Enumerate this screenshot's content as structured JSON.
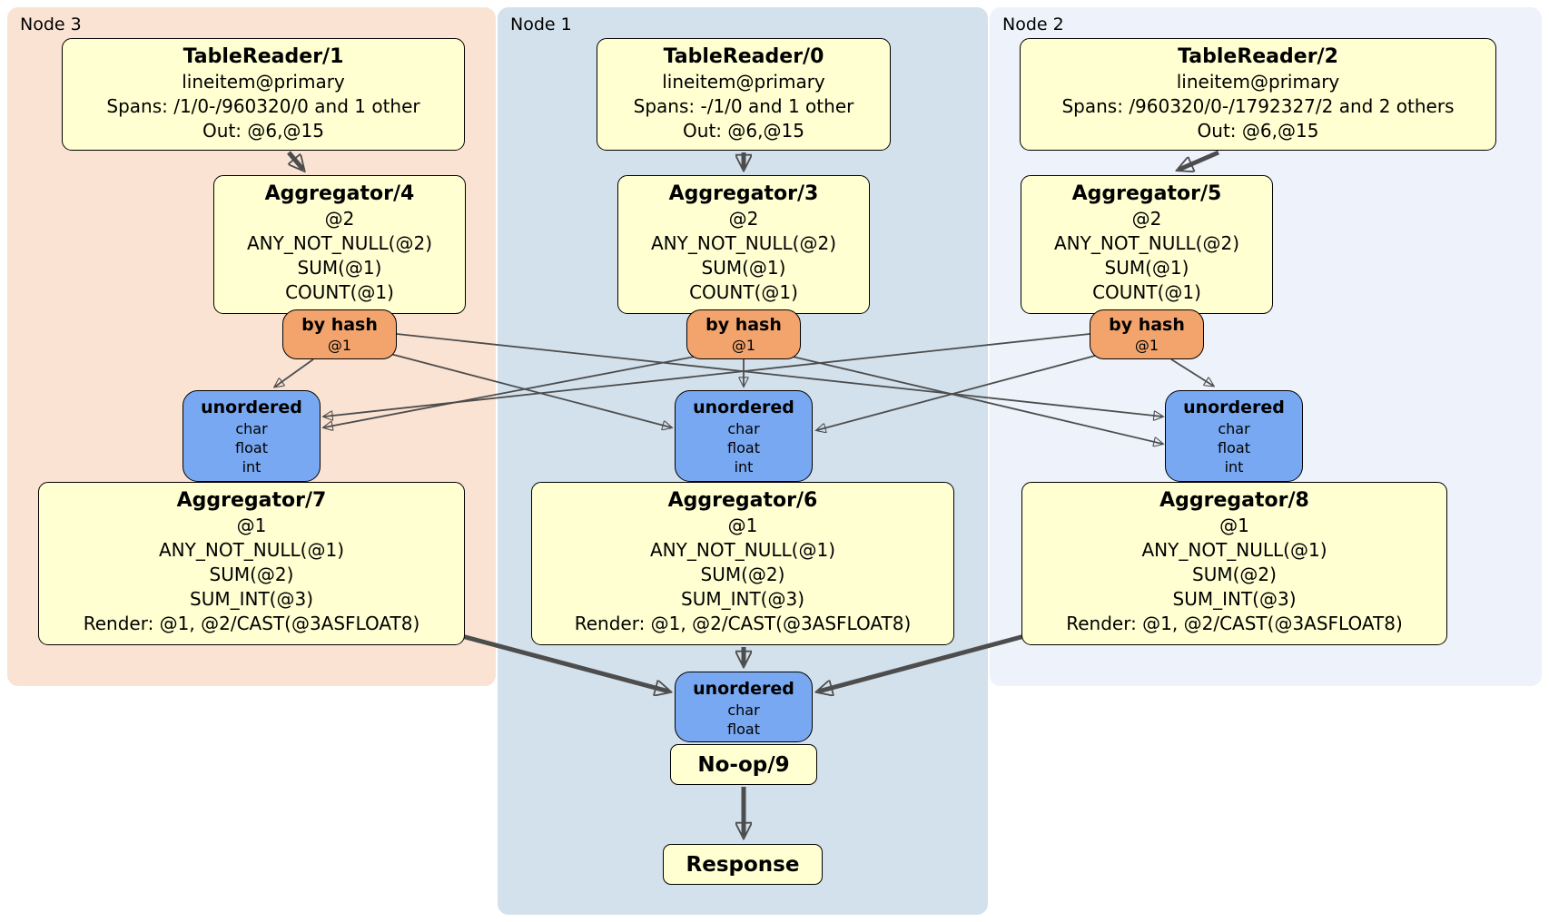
{
  "nodes": [
    {
      "label": "Node 3",
      "table_reader": {
        "title": "TableReader/1",
        "lines": [
          "lineitem@primary",
          "Spans: /1/0-/960320/0 and 1 other",
          "Out: @6,@15"
        ]
      },
      "aggregator": {
        "title": "Aggregator/4",
        "lines": [
          "@2",
          "ANY_NOT_NULL(@2)",
          "SUM(@1)",
          "COUNT(@1)"
        ]
      },
      "router": {
        "title": "by hash",
        "key": "@1"
      },
      "sync": {
        "title": "unordered",
        "streams": [
          "char",
          "float",
          "int"
        ]
      },
      "final_aggregator": {
        "title": "Aggregator/7",
        "lines": [
          "@1",
          "ANY_NOT_NULL(@1)",
          "SUM(@2)",
          "SUM_INT(@3)",
          "Render: @1, @2/CAST(@3ASFLOAT8)"
        ]
      }
    },
    {
      "label": "Node 1",
      "table_reader": {
        "title": "TableReader/0",
        "lines": [
          "lineitem@primary",
          "Spans: -/1/0 and 1 other",
          "Out: @6,@15"
        ]
      },
      "aggregator": {
        "title": "Aggregator/3",
        "lines": [
          "@2",
          "ANY_NOT_NULL(@2)",
          "SUM(@1)",
          "COUNT(@1)"
        ]
      },
      "router": {
        "title": "by hash",
        "key": "@1"
      },
      "sync": {
        "title": "unordered",
        "streams": [
          "char",
          "float",
          "int"
        ]
      },
      "final_aggregator": {
        "title": "Aggregator/6",
        "lines": [
          "@1",
          "ANY_NOT_NULL(@1)",
          "SUM(@2)",
          "SUM_INT(@3)",
          "Render: @1, @2/CAST(@3ASFLOAT8)"
        ]
      }
    },
    {
      "label": "Node 2",
      "table_reader": {
        "title": "TableReader/2",
        "lines": [
          "lineitem@primary",
          "Spans: /960320/0-/1792327/2 and 2 others",
          "Out: @6,@15"
        ]
      },
      "aggregator": {
        "title": "Aggregator/5",
        "lines": [
          "@2",
          "ANY_NOT_NULL(@2)",
          "SUM(@1)",
          "COUNT(@1)"
        ]
      },
      "router": {
        "title": "by hash",
        "key": "@1"
      },
      "sync": {
        "title": "unordered",
        "streams": [
          "char",
          "float",
          "int"
        ]
      },
      "final_aggregator": {
        "title": "Aggregator/8",
        "lines": [
          "@1",
          "ANY_NOT_NULL(@1)",
          "SUM(@2)",
          "SUM_INT(@3)",
          "Render: @1, @2/CAST(@3ASFLOAT8)"
        ]
      }
    }
  ],
  "output_stage": {
    "sync": {
      "title": "unordered",
      "streams": [
        "char",
        "float"
      ]
    },
    "noop": {
      "title": "No-op/9"
    },
    "response": {
      "title": "Response"
    }
  },
  "colors": {
    "processor_fill": "#ffffd2",
    "router_fill": "#f3a46d",
    "sync_fill": "#78a8f1",
    "node3_bg": "#fbe3d3",
    "node1_bg": "#d3e1ec",
    "node2_bg": "#edf2fb",
    "edge_color": "#4d4d4d",
    "text_color": "#000000"
  }
}
